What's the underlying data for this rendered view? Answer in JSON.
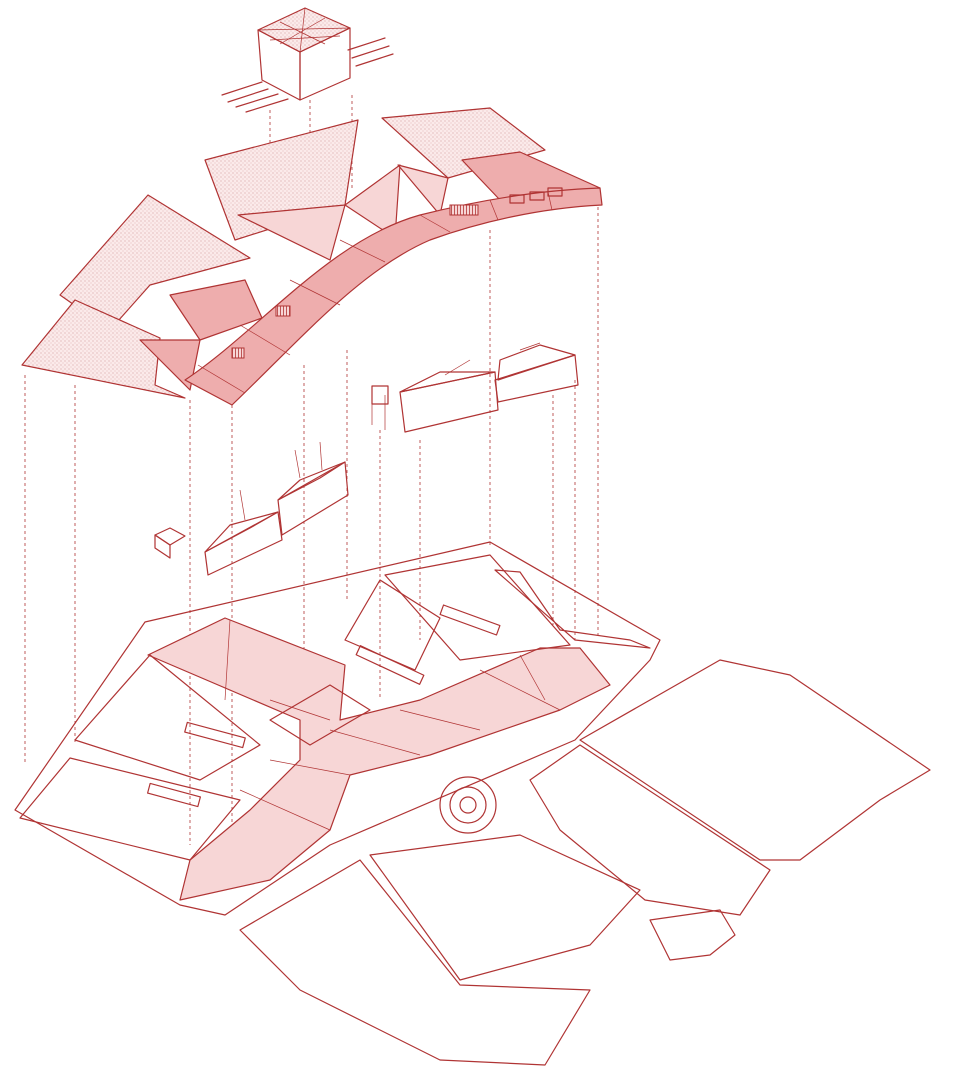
{
  "colors": {
    "line": "#b03434",
    "fill_light": "#f7d6d6",
    "fill_mid": "#eeadad",
    "dot": "#c98a8a",
    "background": "#ffffff"
  },
  "layers": [
    {
      "name": "roof-pavilion"
    },
    {
      "name": "canopy-roof"
    },
    {
      "name": "upper-building-volumes"
    },
    {
      "name": "lower-building-volumes"
    },
    {
      "name": "ground-site-plan"
    }
  ]
}
